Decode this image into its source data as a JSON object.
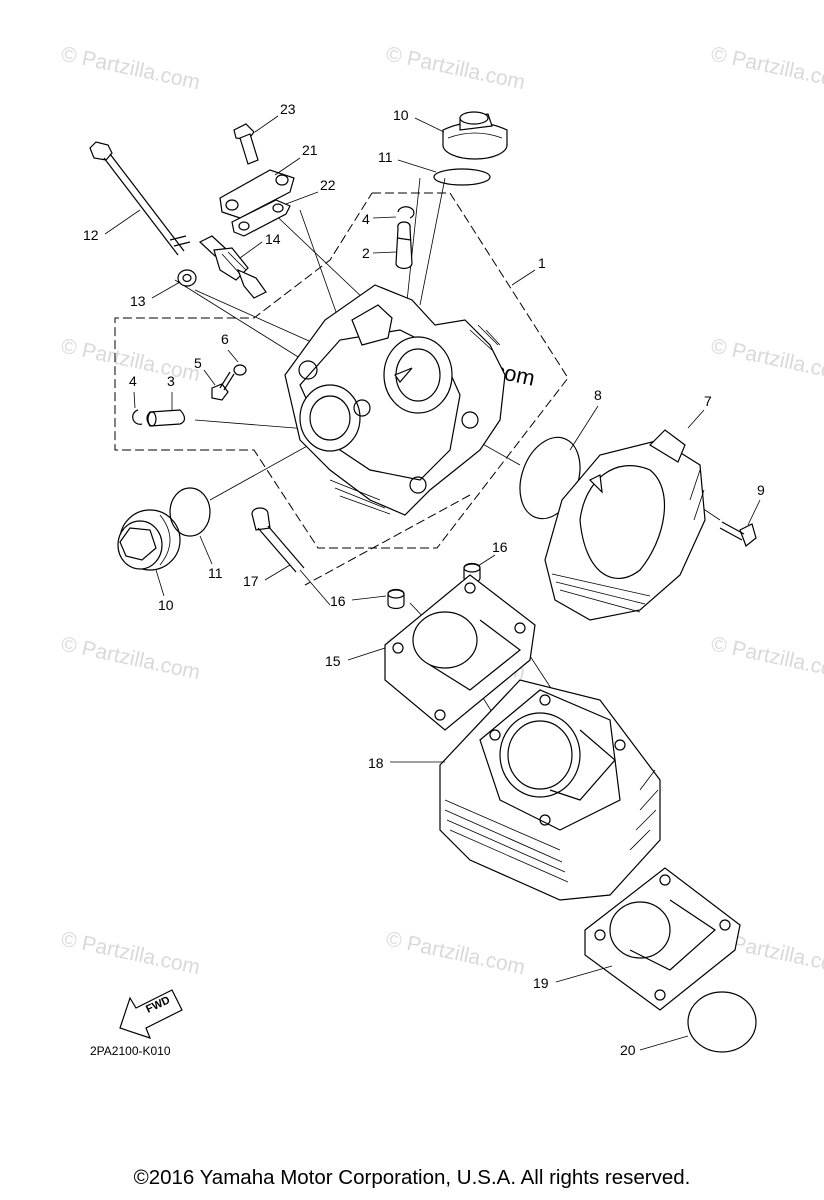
{
  "diagram": {
    "code": "2PA2100-K010",
    "fwd_label": "FWD",
    "watermark": "© Partzilla.com",
    "center_watermark": "© Partzilla.com",
    "callouts": [
      "1",
      "2",
      "3",
      "4",
      "4",
      "5",
      "6",
      "7",
      "8",
      "9",
      "10",
      "10",
      "11",
      "11",
      "12",
      "13",
      "14",
      "15",
      "16",
      "16",
      "17",
      "18",
      "19",
      "20",
      "21",
      "22",
      "23"
    ]
  },
  "footer": {
    "copyright": "©2016 Yamaha Motor Corporation, U.S.A. All rights reserved."
  }
}
